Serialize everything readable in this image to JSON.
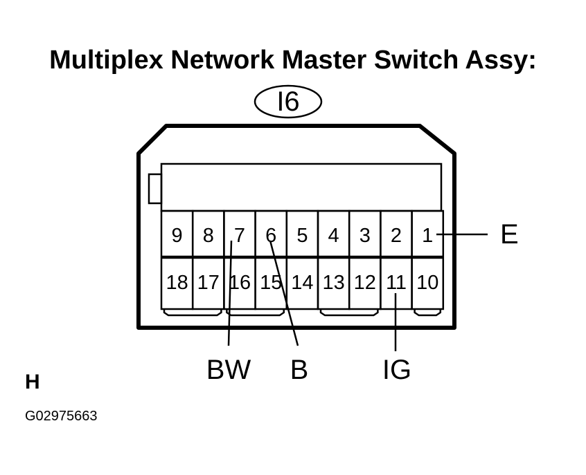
{
  "title": "Multiplex Network Master Switch Assy:",
  "connector_code": "I6",
  "pins_top": [
    "9",
    "8",
    "7",
    "6",
    "5",
    "4",
    "3",
    "2",
    "1"
  ],
  "pins_bottom": [
    "18",
    "17",
    "16",
    "15",
    "14",
    "13",
    "12",
    "11",
    "10"
  ],
  "labels": {
    "E": "E",
    "BW": "BW",
    "B": "B",
    "IG": "IG"
  },
  "corner_mark": "H",
  "figure_id": "G02975663"
}
